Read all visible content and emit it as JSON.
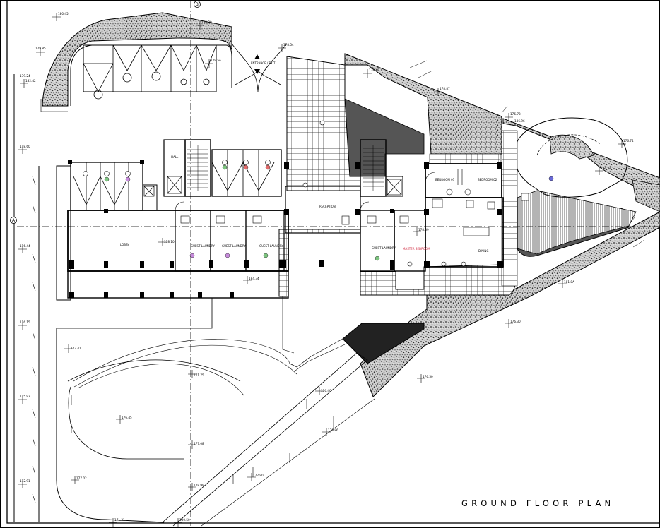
{
  "drawing": {
    "title": "GROUND FLOOR PLAN",
    "grid_marks": {
      "vertical": "B",
      "horizontal": "A"
    },
    "entrance": "ENTRANCE / EXIT",
    "room_labels": {
      "bedroom_1": "BEDROOM 01",
      "bedroom_2": "BEDROOM 02",
      "master_bedroom": "MASTER BEDROOM",
      "reception": "RECEPTION",
      "lobby": "LOBBY",
      "dining": "DINING",
      "hall": "HALL",
      "guest_1": "GUEST LAUNDRY",
      "guest_2": "GUEST LAUNDRY",
      "guest_3": "GUEST LAUNDRY",
      "guest_4": "GUEST LAUNDRY"
    },
    "levels": {
      "l01": "180.45",
      "l02": "180.20",
      "l03": "179.85",
      "l04": "179.5A",
      "l05": "179.24",
      "l06": "178.60",
      "l07": "178.54",
      "l08": "178.49",
      "l09": "178.10",
      "l10": "176.44",
      "l11": "176.15",
      "l12": "177.41",
      "l13": "175.92",
      "l14": "176.45",
      "l15": "172.91",
      "l16": "171.31",
      "l17": "171.75",
      "l18": "172.90",
      "l19": "177.08",
      "l20": "177.02",
      "l21": "176.40",
      "l22": "178.86",
      "l23": "178.99",
      "l24": "178.87",
      "l25": "176.73",
      "l26": "176.74",
      "l27": "176.50",
      "l28": "181.8A",
      "l29": "176.30",
      "l30": "178.09",
      "l31": "184.34",
      "l32": "180.50",
      "l33": "182.42",
      "l34": "186.96",
      "l35": "174.71"
    }
  }
}
